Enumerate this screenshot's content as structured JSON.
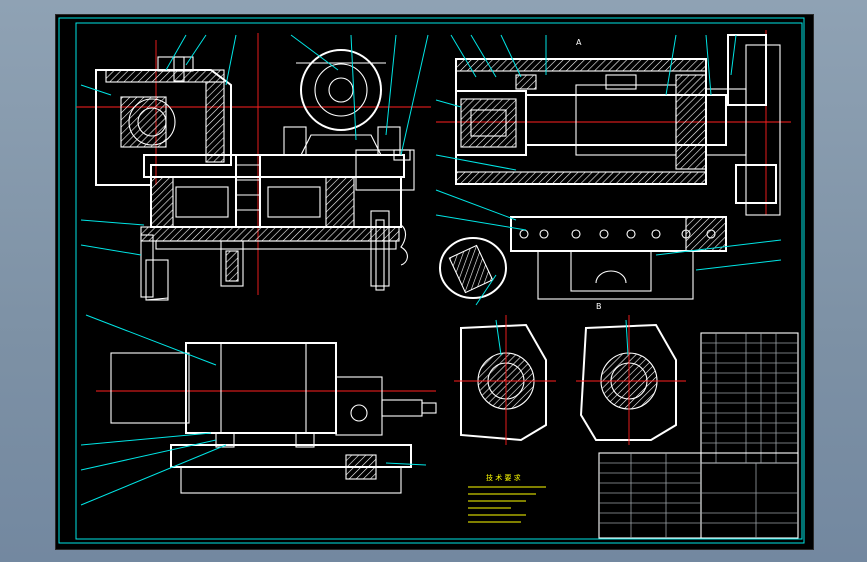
{
  "notes": {
    "heading": "技 术 要 求"
  },
  "labels": {
    "section_a": "A",
    "section_b": "B"
  },
  "colors": {
    "background": "#000000",
    "frame": "#00e5e5",
    "outline": "#ffffff",
    "centerline": "#ff2020",
    "notes_text": "#ffff00"
  }
}
